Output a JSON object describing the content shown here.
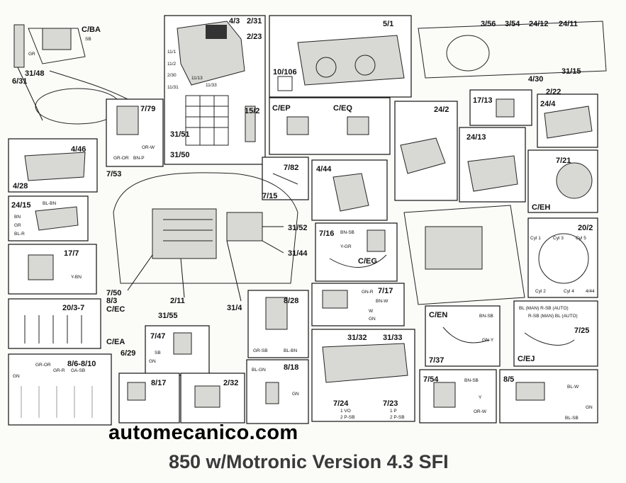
{
  "diagram": {
    "title": "850 w/Motronic Version 4.3 SFI",
    "website": "automecanico.com",
    "component_labels": {
      "cba": "C/BA",
      "l3148": "31/48",
      "l631": "6/31",
      "l43": "4/3",
      "l231": "2/31",
      "l223": "2/23",
      "l1111": "11/1",
      "l112": "11/2",
      "l230": "2/30",
      "l1131": "11/31",
      "l1113": "11/13",
      "l1133": "11/33",
      "l3151": "31/51",
      "l3150": "31/50",
      "l152": "15/2",
      "l51": "5/1",
      "l10106": "10/106",
      "l356": "3/56",
      "l354": "3/54",
      "l2412": "24/12",
      "l2411": "24/11",
      "l430": "4/30",
      "l3115": "31/15",
      "l222": "2/22",
      "l779": "7/79",
      "cep": "C/EP",
      "ceq": "C/EQ",
      "l242": "24/2",
      "l1713": "17/13",
      "l244": "24/4",
      "l446": "4/46",
      "l428": "4/28",
      "l753": "7/53",
      "l782": "7/82",
      "l715": "7/15",
      "l444": "4/44",
      "l2413": "24/13",
      "l721": "7/21",
      "ceh": "C/EH",
      "l2415": "24/15",
      "l3152": "31/52",
      "l716": "7/16",
      "ceg": "C/EG",
      "l202": "20/2",
      "l177": "17/7",
      "l3144": "31/44",
      "l750": "7/50",
      "l83": "8/3",
      "cec": "C/EC",
      "l211": "2/11",
      "l3155": "31/55",
      "l314": "31/4",
      "l828": "8/28",
      "l717": "7/17",
      "l2037": "20/3-7",
      "cen": "C/EN",
      "cel": "BL (MAN) R-SB (AUTO)",
      "cel2": "R-SB (MAN) BL (AUTO)",
      "l725": "7/25",
      "cej": "C/EJ",
      "l737": "7/37",
      "cea": "C/EA",
      "l747": "7/47",
      "l629": "6/29",
      "l3132": "31/32",
      "l3133": "31/33",
      "l86810": "8/6-8/10",
      "l817": "8/17",
      "l232": "2/32",
      "l818": "8/18",
      "l724": "7/24",
      "l723": "7/23",
      "l754": "7/54",
      "l85": "8/5"
    },
    "wire_labels": {
      "cba_sb": "SB",
      "cba_gr": "GR",
      "l779_w1": "OR-W",
      "l779_w2": "GR-OR",
      "l779_w3": "BN-P",
      "l2415_w1": "BL-BN",
      "l2415_w2": "BN",
      "l2415_w3": "GR",
      "l2415_w4": "BL-R",
      "l177_w1": "Y-BN",
      "l716_w1": "BN-SB",
      "l716_w2": "Y-GR",
      "l828_w1": "GR-SB",
      "l828_w2": "BL-BN",
      "l717_w1": "GN-R",
      "l717_w2": "BN-W",
      "l717_w3": "W",
      "l717_w4": "GN",
      "cen_w1": "BN-SB",
      "cen_w2": "GN-Y",
      "l747_w1": "SB",
      "l747_w2": "GN",
      "l818_w1": "BL-GN",
      "l818_w2": "GN",
      "l724_w1": "1 VO",
      "l724_w2": "2 P-SB",
      "l723_w1": "1 P",
      "l723_w2": "2 P-SB",
      "l754_w1": "BN-SB",
      "l754_w2": "Y",
      "l754_w3": "OR-W",
      "l85_w1": "BL-W",
      "l85_w2": "GN",
      "l85_w3": "BL-SB",
      "l202_c1": "Cyl 1",
      "l202_c3": "Cyl 3",
      "l202_c5": "Cyl 5",
      "l202_c2": "Cyl 2",
      "l202_c4": "Cyl 4",
      "l86810_w1": "GR-OR",
      "l86810_w2": "GR-R",
      "l86810_w3": "GA-SB",
      "l86810_w4": "GN"
    }
  }
}
